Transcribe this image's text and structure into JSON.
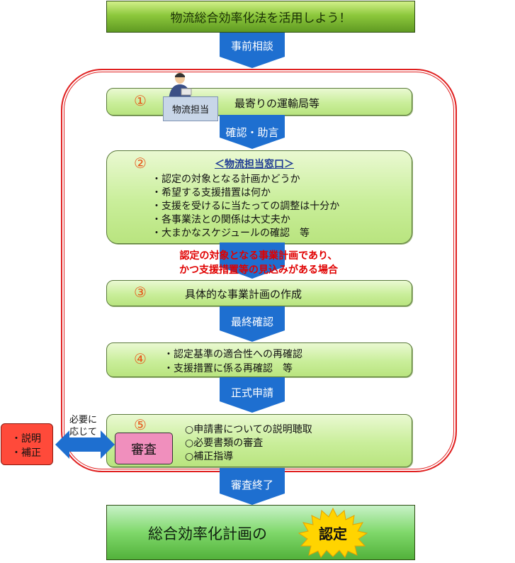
{
  "header": {
    "title": "物流総合効率化法を活用しよう！"
  },
  "arrows": {
    "a1": "事前相談",
    "a2": "確認・助言",
    "a3": "最終確認",
    "a4": "正式申請",
    "a5": "審査終了"
  },
  "step1": {
    "num": "①",
    "text": "最寄りの運輸局等",
    "badge": "物流担当"
  },
  "step2": {
    "num": "②",
    "title": "＜物流担当窓口＞",
    "items": [
      "・認定の対象となる計画かどうか",
      "・希望する支援措置は何か",
      "・支援を受けるに当たっての調整は十分か",
      "・各事業法との関係は大丈夫か",
      "・大まかなスケジュールの確認　等"
    ]
  },
  "condition": {
    "line1": "認定の対象となる事業計画であり、",
    "line2": "かつ支援措置等の見込みがある場合"
  },
  "step3": {
    "num": "③",
    "text": "具体的な事業計画の作成"
  },
  "step4": {
    "num": "④",
    "items": [
      "・認定基準の適合性への再確認",
      "・支援措置に係る再確認　等"
    ]
  },
  "step5": {
    "num": "⑤",
    "review": "審査",
    "items": [
      "○申請書についての説明聴取",
      "○必要書類の審査",
      "○補正指導"
    ]
  },
  "side": {
    "note1": "必要に",
    "note2": "応じて",
    "box1": "・説明",
    "box2": "・補正"
  },
  "footer": {
    "text": "総合効率化計画の",
    "badge": "認定"
  },
  "colors": {
    "arrow": "#1e6fd0",
    "red": "#e00000",
    "number": "#e8561a"
  }
}
